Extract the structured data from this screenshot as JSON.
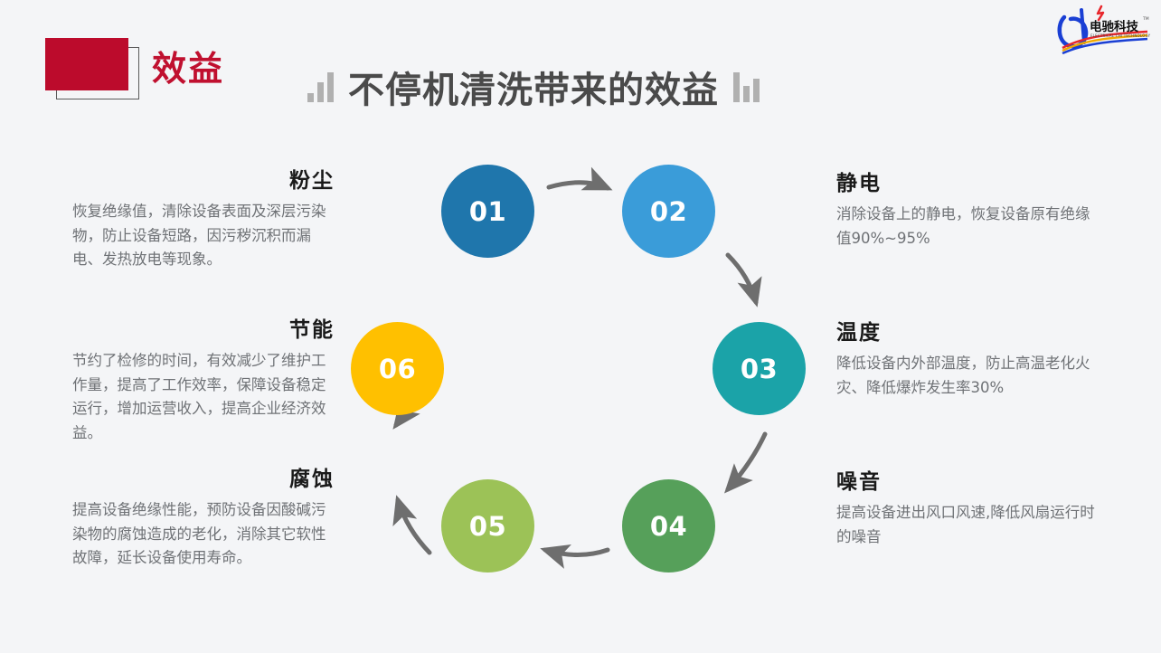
{
  "header": {
    "badge_label": "效益",
    "title": "不停机清洗带来的效益",
    "decor_left": "bar-chart-marks",
    "decor_right": "bar-chart-marks",
    "badge_color": "#bc0b2c",
    "title_color": "#4a4a4a"
  },
  "logo": {
    "name_cn": "电驰科技",
    "name_en": "ELECTRICAL CHI TECHNOLOGY",
    "trademark": "TM",
    "primary_color": "#1a3fd4"
  },
  "diagram": {
    "type": "cycle",
    "steps": [
      {
        "number": "01",
        "color": "#1f76ac",
        "title": "粉尘",
        "side": "left"
      },
      {
        "number": "02",
        "color": "#3a9cd9",
        "title": "静电",
        "side": "right"
      },
      {
        "number": "03",
        "color": "#1ba3a8",
        "title": "温度",
        "side": "right"
      },
      {
        "number": "04",
        "color": "#56a05a",
        "title": "噪音",
        "side": "right"
      },
      {
        "number": "05",
        "color": "#9cc257",
        "title": "腐蚀",
        "side": "left"
      },
      {
        "number": "06",
        "color": "#ffc000",
        "title": "节能",
        "side": "left"
      }
    ],
    "arrow_color": "#6e6e6e"
  },
  "blocks": {
    "dust": {
      "title": "粉尘",
      "text": "恢复绝缘值，清除设备表面及深层污染物，防止设备短路，因污秽沉积而漏电、发热放电等现象。"
    },
    "energy": {
      "title": "节能",
      "text": "节约了检修的时间，有效减少了维护工作量，提高了工作效率，保障设备稳定运行，增加运营收入，提高企业经济效益。"
    },
    "corrosion": {
      "title": "腐蚀",
      "text": "提高设备绝缘性能，预防设备因酸碱污染物的腐蚀造成的老化，消除其它软性故障，延长设备使用寿命。"
    },
    "static": {
      "title": "静电",
      "text": "消除设备上的静电，恢复设备原有绝缘值90%~95%"
    },
    "temperature": {
      "title": "温度",
      "text": "降低设备内外部温度，防止高温老化火灾、降低爆炸发生率30%"
    },
    "noise": {
      "title": "噪音",
      "text": "提高设备进出风口风速,降低风扇运行时的噪音"
    }
  }
}
